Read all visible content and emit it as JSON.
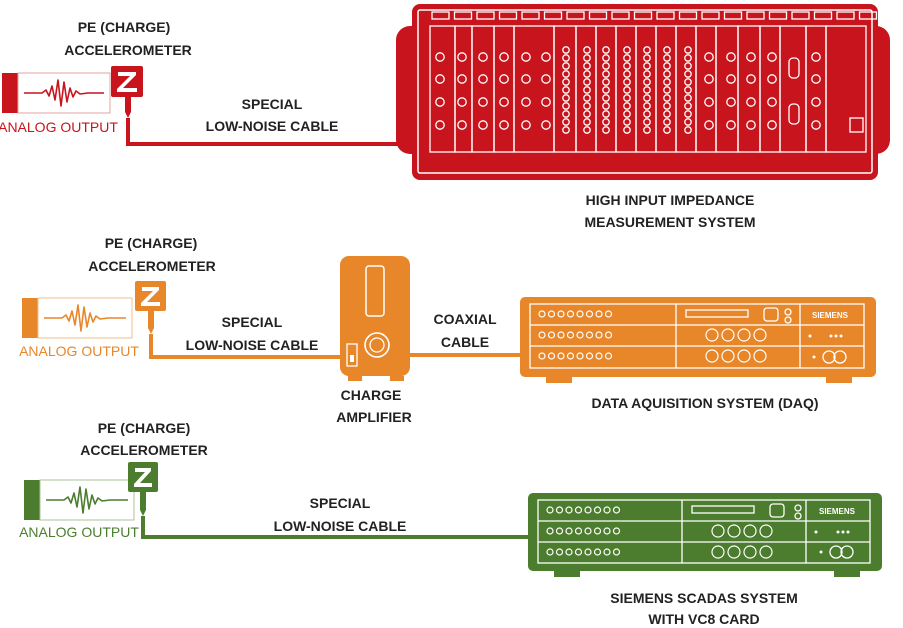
{
  "colors": {
    "row1": "#c8141d",
    "row2": "#e8862a",
    "row3": "#4c7d2e",
    "label": "#222222"
  },
  "row1": {
    "sensor_line1": "PE (CHARGE)",
    "sensor_line2": "ACCELEROMETER",
    "output_label": "ANALOG OUTPUT",
    "cable_line1": "SPECIAL",
    "cable_line2": "LOW-NOISE CABLE",
    "system_line1": "HIGH INPUT IMPEDANCE",
    "system_line2": "MEASUREMENT SYSTEM"
  },
  "row2": {
    "sensor_line1": "PE (CHARGE)",
    "sensor_line2": "ACCELEROMETER",
    "output_label": "ANALOG OUTPUT",
    "cable_line1": "SPECIAL",
    "cable_line2": "LOW-NOISE CABLE",
    "amp_line1": "CHARGE",
    "amp_line2": "AMPLIFIER",
    "coax_line1": "COAXIAL",
    "coax_line2": "CABLE",
    "daq_label": "DATA AQUISITION SYSTEM (DAQ)",
    "brand": "SIEMENS"
  },
  "row3": {
    "sensor_line1": "PE (CHARGE)",
    "sensor_line2": "ACCELEROMETER",
    "output_label": "ANALOG OUTPUT",
    "cable_line1": "SPECIAL",
    "cable_line2": "LOW-NOISE CABLE",
    "system_line1": "SIEMENS SCADAS SYSTEM",
    "system_line2": "WITH VC8 CARD",
    "brand": "SIEMENS"
  },
  "icons": {
    "sensor": "accelerometer-z-icon",
    "wave": "vibration-wave-icon",
    "rack": "measurement-rack-icon",
    "amplifier": "charge-amplifier-icon",
    "daq": "daq-chassis-icon"
  }
}
